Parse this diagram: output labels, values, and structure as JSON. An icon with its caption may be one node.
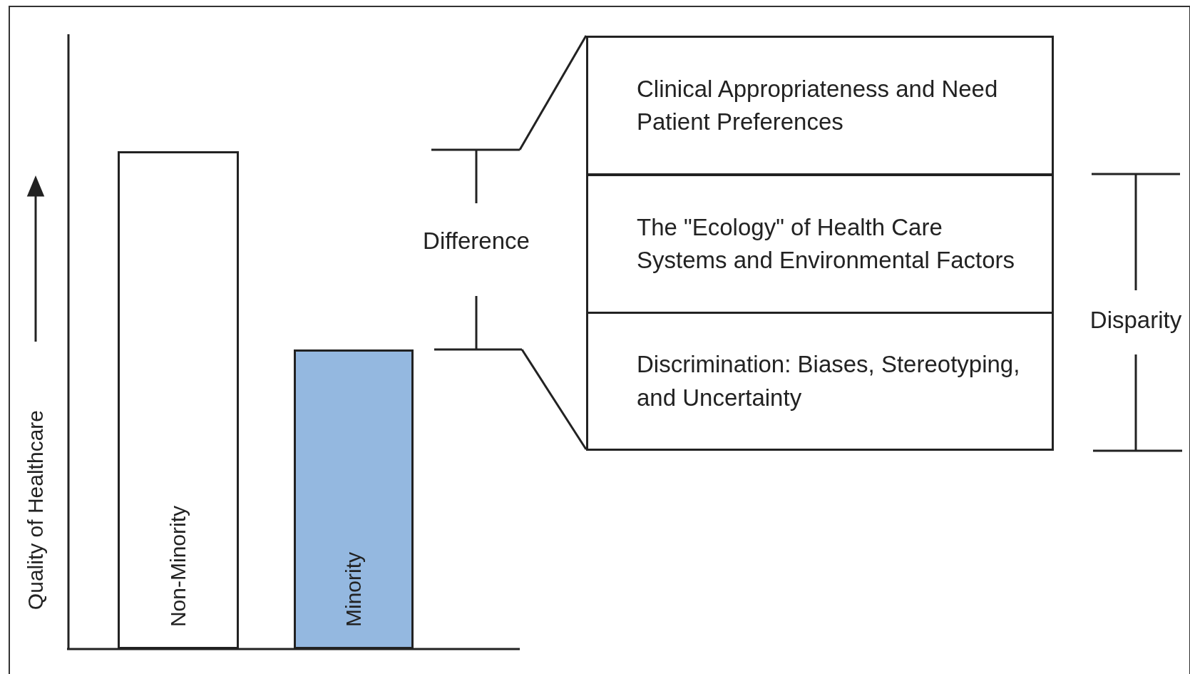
{
  "diagram": {
    "nodes": [
      {
        "text": [
          "Non-Minority"
        ]
      },
      {
        "text": [
          "Minority"
        ]
      },
      {
        "text": [
          "Clinical Appropriateness and Need",
          "Patient Preferences"
        ]
      },
      {
        "text": [
          "The \"Ecology\" of Health Care Systems and Environmental Factors"
        ]
      },
      {
        "text": [
          "Discrimination: Biases, Stereotyping, and Uncertainty"
        ]
      }
    ],
    "edges": [],
    "labels": [
      "Quality of Healthcare",
      "Difference",
      "Disparity"
    ]
  }
}
